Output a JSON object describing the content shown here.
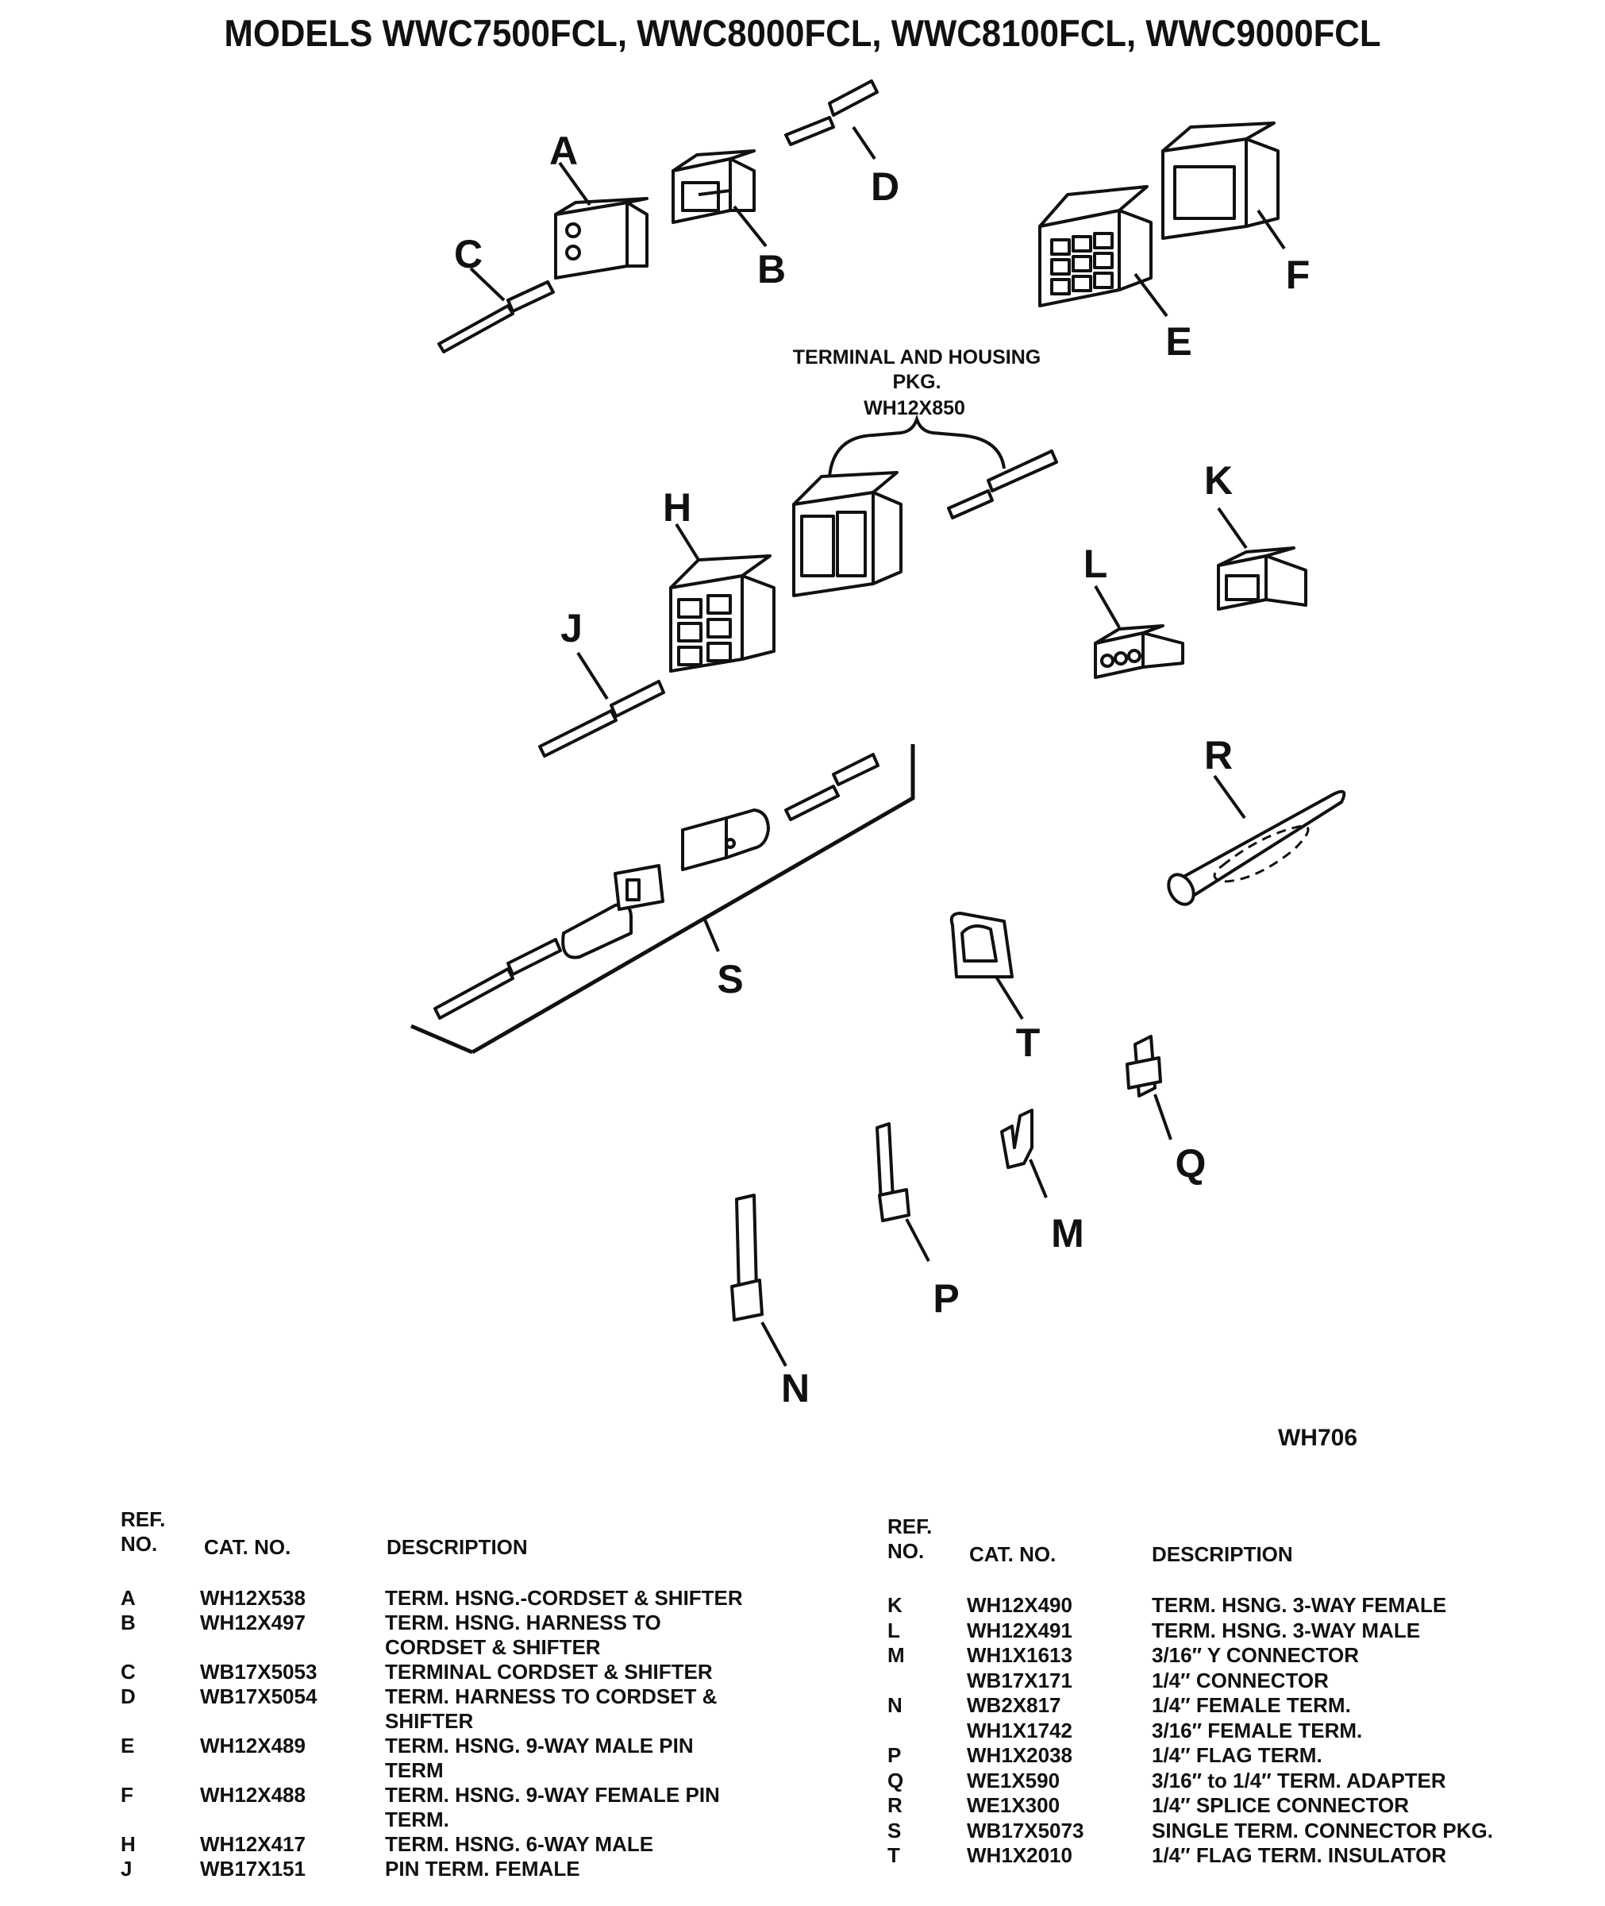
{
  "title": "MODELS WWC7500FCL, WWC8000FCL, WWC8100FCL, WWC9000FCL",
  "diagram": {
    "letters": [
      "A",
      "B",
      "C",
      "D",
      "E",
      "F",
      "H",
      "J",
      "K",
      "L",
      "R",
      "S",
      "T",
      "Q",
      "M",
      "P",
      "N"
    ],
    "package_label_line1": "TERMINAL AND HOUSING",
    "package_label_line2": "PKG.",
    "package_label_line3": "WH12X850",
    "figure_code": "WH706"
  },
  "table_headers": {
    "ref_line1": "REF.",
    "ref_line2": "NO.",
    "cat": "CAT. NO.",
    "desc": "DESCRIPTION"
  },
  "parts_left": [
    {
      "ref": "A",
      "cat": "WH12X538",
      "desc": [
        "TERM. HSNG.-CORDSET & SHIFTER"
      ]
    },
    {
      "ref": "B",
      "cat": "WH12X497",
      "desc": [
        "TERM. HSNG. HARNESS TO",
        "CORDSET & SHIFTER"
      ]
    },
    {
      "ref": "C",
      "cat": "WB17X5053",
      "desc": [
        "TERMINAL CORDSET & SHIFTER"
      ]
    },
    {
      "ref": "D",
      "cat": "WB17X5054",
      "desc": [
        "TERM. HARNESS TO CORDSET &",
        "SHIFTER"
      ]
    },
    {
      "ref": "E",
      "cat": "WH12X489",
      "desc": [
        "TERM. HSNG. 9-WAY MALE PIN",
        "TERM"
      ]
    },
    {
      "ref": "F",
      "cat": "WH12X488",
      "desc": [
        "TERM. HSNG. 9-WAY FEMALE PIN",
        "TERM."
      ]
    },
    {
      "ref": "H",
      "cat": "WH12X417",
      "desc": [
        "TERM. HSNG. 6-WAY MALE"
      ]
    },
    {
      "ref": "J",
      "cat": "WB17X151",
      "desc": [
        "PIN TERM. FEMALE"
      ]
    }
  ],
  "parts_right": [
    {
      "ref": "K",
      "cat": "WH12X490",
      "desc": [
        "TERM. HSNG. 3-WAY FEMALE"
      ]
    },
    {
      "ref": "L",
      "cat": "WH12X491",
      "desc": [
        "TERM. HSNG. 3-WAY MALE"
      ]
    },
    {
      "ref": "M",
      "cat": "WH1X1613",
      "desc": [
        "3/16″ Y CONNECTOR"
      ]
    },
    {
      "ref": "",
      "cat": "WB17X171",
      "desc": [
        "1/4″ CONNECTOR"
      ]
    },
    {
      "ref": "N",
      "cat": "WB2X817",
      "desc": [
        "1/4″ FEMALE TERM."
      ]
    },
    {
      "ref": "",
      "cat": "WH1X1742",
      "desc": [
        "3/16″ FEMALE TERM."
      ]
    },
    {
      "ref": "P",
      "cat": "WH1X2038",
      "desc": [
        "1/4″ FLAG TERM."
      ]
    },
    {
      "ref": "Q",
      "cat": "WE1X590",
      "desc": [
        "3/16″ to 1/4″ TERM. ADAPTER"
      ]
    },
    {
      "ref": "R",
      "cat": "WE1X300",
      "desc": [
        "1/4″ SPLICE CONNECTOR"
      ]
    },
    {
      "ref": "S",
      "cat": "WB17X5073",
      "desc": [
        "SINGLE TERM. CONNECTOR PKG."
      ]
    },
    {
      "ref": "T",
      "cat": "WH1X2010",
      "desc": [
        "1/4″ FLAG TERM. INSULATOR"
      ]
    }
  ]
}
